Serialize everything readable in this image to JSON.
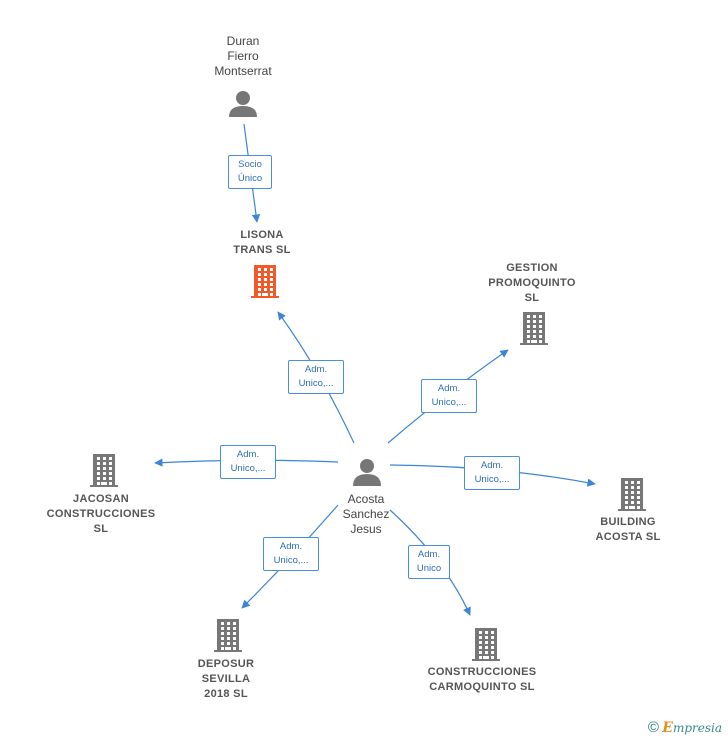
{
  "people": {
    "duran": {
      "label": "Duran\nFierro\nMontserrat"
    },
    "acosta": {
      "label": "Acosta\nSanchez\nJesus"
    }
  },
  "companies": {
    "lisona": {
      "label": "LISONA\nTRANS  SL",
      "color": "#f05a28"
    },
    "gestion": {
      "label": "GESTION\nPROMOQUINTO\nSL",
      "color": "#777777"
    },
    "jacosan": {
      "label": "JACOSAN\nCONSTRUCCIONES\nSL",
      "color": "#777777"
    },
    "building": {
      "label": "BUILDING\nACOSTA  SL",
      "color": "#777777"
    },
    "deposur": {
      "label": "DEPOSUR\nSEVILLA\n2018  SL",
      "color": "#777777"
    },
    "construcciones": {
      "label": "CONSTRUCCIONES\nCARMOQUINTO SL",
      "color": "#777777"
    }
  },
  "relations": {
    "duran_lisona": "Socio\nÚnico",
    "acosta_lisona": "Adm.\nUnico,...",
    "acosta_gestion": "Adm.\nUnico,...",
    "acosta_jacosan": "Adm.\nUnico,...",
    "acosta_building": "Adm.\nUnico,...",
    "acosta_deposur": "Adm.\nUnico,...",
    "acosta_construcciones": "Adm.\nUnico"
  },
  "colors": {
    "edge": "#3d85d6",
    "person_icon": "#777777"
  },
  "footer": {
    "copyright": "©",
    "brand_e": "E",
    "brand_rest": "mpresia"
  }
}
